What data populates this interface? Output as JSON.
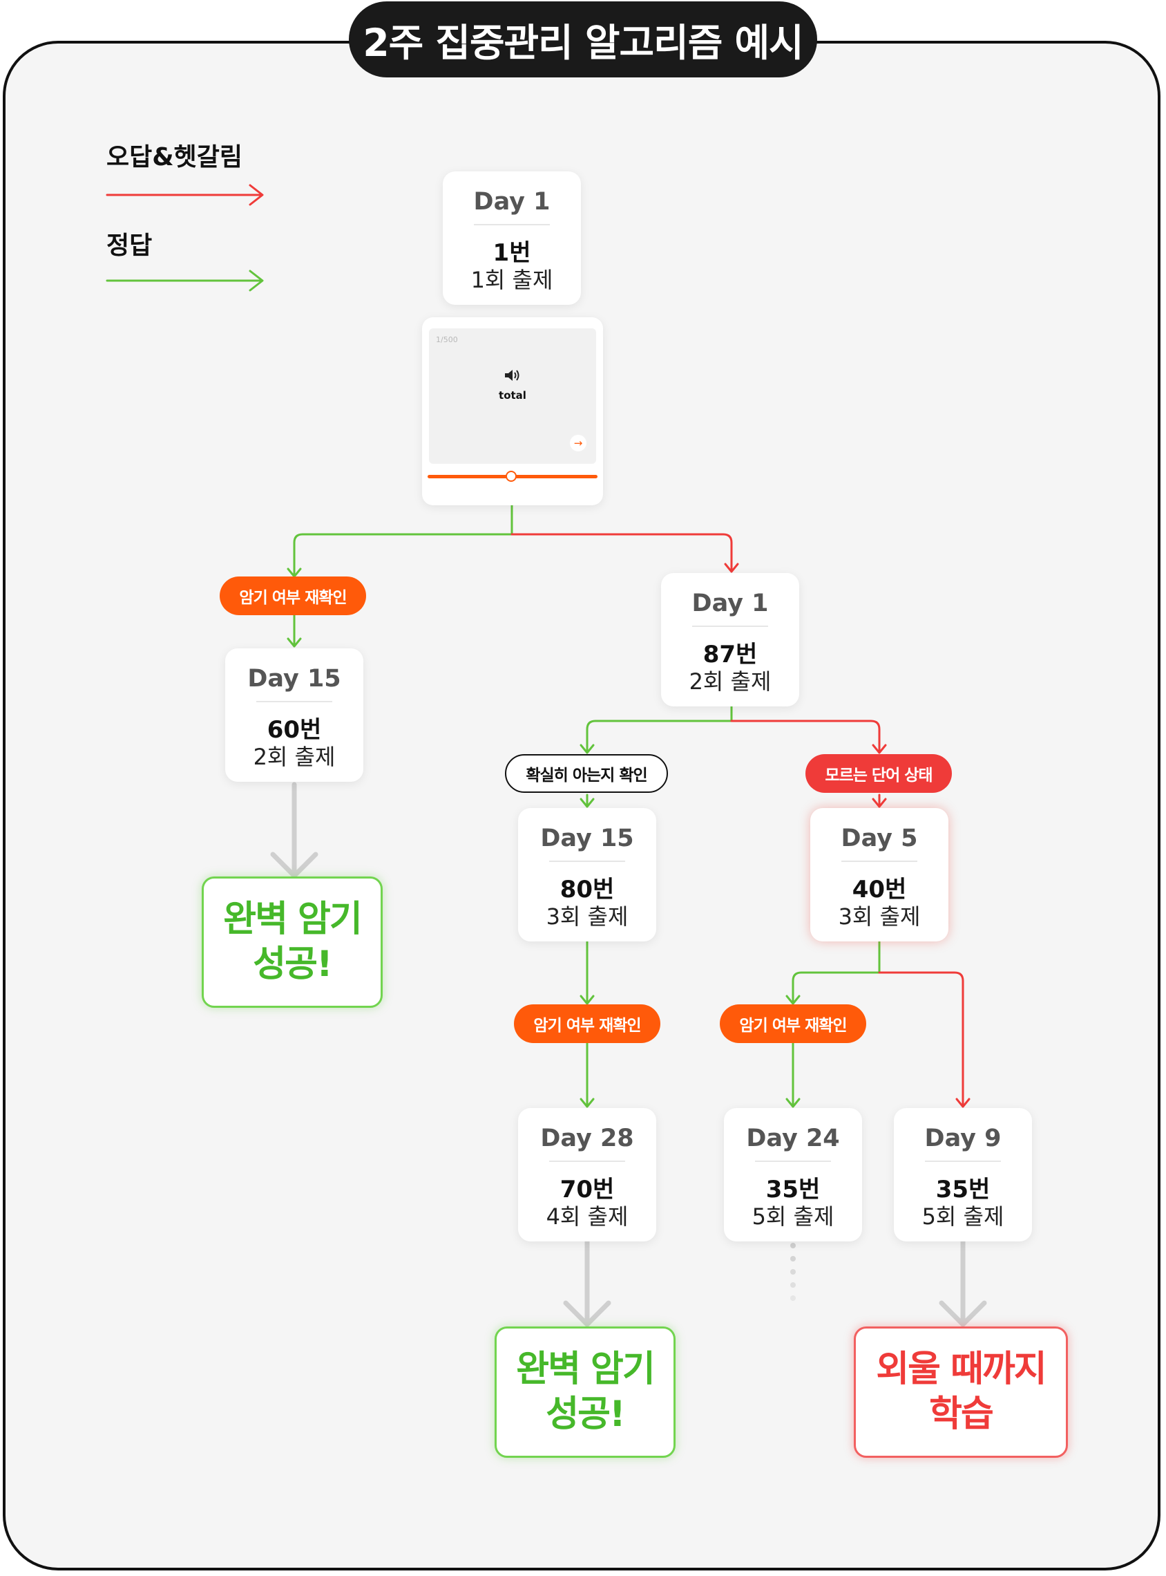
{
  "title": "2주 집중관리 알고리즘 예시",
  "legend": {
    "wrong_label": "오답&헷갈림",
    "correct_label": "정답",
    "wrong_color": "#ef3b39",
    "correct_color": "#62c33c"
  },
  "card": {
    "counter": "1/500",
    "word": "total",
    "speaker_icon": "speaker-icon",
    "next_icon": "arrow-right-icon"
  },
  "nodes": {
    "root": {
      "day": "Day 1",
      "number": "1번",
      "count": "1회 출제"
    },
    "left15": {
      "day": "Day 15",
      "number": "60번",
      "count": "2회 출제"
    },
    "mid1": {
      "day": "Day 1",
      "number": "87번",
      "count": "2회 출제"
    },
    "mid15": {
      "day": "Day 15",
      "number": "80번",
      "count": "3회 출제"
    },
    "day5": {
      "day": "Day 5",
      "number": "40번",
      "count": "3회 출제"
    },
    "day28": {
      "day": "Day 28",
      "number": "70번",
      "count": "4회 출제"
    },
    "day24": {
      "day": "Day 24",
      "number": "35번",
      "count": "5회 출제"
    },
    "day9": {
      "day": "Day 9",
      "number": "35번",
      "count": "5회 출제"
    }
  },
  "tags": {
    "recheck": "암기 여부 재확인",
    "sure_check": "확실히 아는지 확인",
    "unknown_state": "모르는 단어 상태"
  },
  "results": {
    "success_line1": "완벽 암기",
    "success_line2": "성공!",
    "retry_line1": "외울 때까지",
    "retry_line2": "학습"
  }
}
